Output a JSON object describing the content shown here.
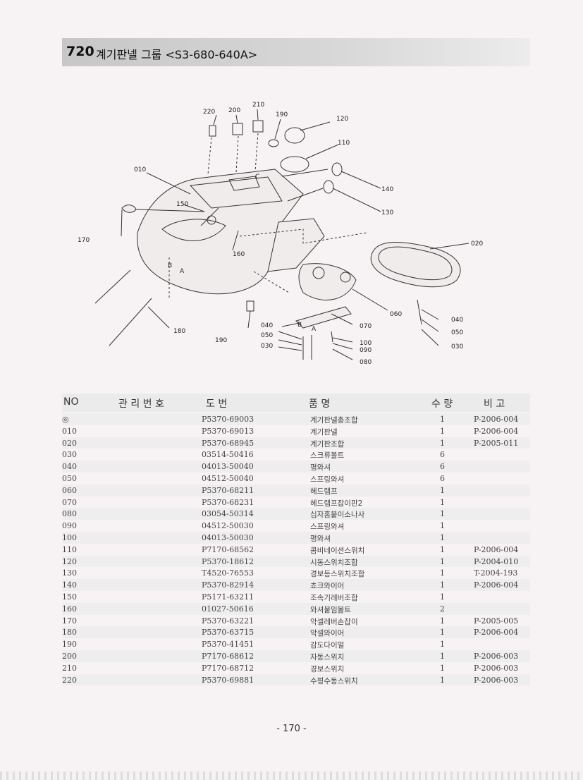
{
  "header": {
    "group_number": "720",
    "title": "계기판넬 그룹 <S3-680-640A>"
  },
  "diagram": {
    "callouts": {
      "c220": "220",
      "c200": "200",
      "c210": "210",
      "c190a": "190",
      "c120": "120",
      "c110": "110",
      "c010": "010",
      "c140": "140",
      "c150": "150",
      "c130": "130",
      "c170": "170",
      "c020": "020",
      "c160": "160",
      "c060": "060",
      "c180": "180",
      "c040a": "040",
      "c050a": "050",
      "c030a": "030",
      "c190b": "190",
      "c070": "070",
      "c100": "100",
      "c090": "090",
      "c080": "080",
      "c040b": "040",
      "c050b": "050",
      "c030b": "030",
      "lA": "A",
      "lB": "B",
      "lC": "C",
      "lA2": "A",
      "lB2": "B"
    }
  },
  "table": {
    "headers": {
      "no": "NO",
      "mgmt": "관 리 번 호",
      "drawing": "도     번",
      "name": "품     명",
      "qty": "수  량",
      "remark": "비     고"
    },
    "rows": [
      {
        "no": "◎",
        "drawing": "P5370-69003",
        "name": "계기판넬총조합",
        "qty": "1",
        "remark": "P-2006-004"
      },
      {
        "no": "010",
        "drawing": "P5370-69013",
        "name": "계기판넬",
        "qty": "1",
        "remark": "P-2006-004"
      },
      {
        "no": "020",
        "drawing": "P5370-68945",
        "name": "계기판조합",
        "qty": "1",
        "remark": "P-2005-011"
      },
      {
        "no": "030",
        "drawing": "03514-50416",
        "name": "스크류볼트",
        "qty": "6",
        "remark": ""
      },
      {
        "no": "040",
        "drawing": "04013-50040",
        "name": "평와셔",
        "qty": "6",
        "remark": ""
      },
      {
        "no": "050",
        "drawing": "04512-50040",
        "name": "스프링와셔",
        "qty": "6",
        "remark": ""
      },
      {
        "no": "060",
        "drawing": "P5370-68211",
        "name": "헤드램프",
        "qty": "1",
        "remark": ""
      },
      {
        "no": "070",
        "drawing": "P5370-68231",
        "name": "헤드램프잡이판2",
        "qty": "1",
        "remark": ""
      },
      {
        "no": "080",
        "drawing": "03054-50314",
        "name": "십자홈붙이소나사",
        "qty": "1",
        "remark": ""
      },
      {
        "no": "090",
        "drawing": "04512-50030",
        "name": "스프링와셔",
        "qty": "1",
        "remark": ""
      },
      {
        "no": "100",
        "drawing": "04013-50030",
        "name": "평와셔",
        "qty": "1",
        "remark": ""
      },
      {
        "no": "110",
        "drawing": "P7170-68562",
        "name": "콤비네이션스위치",
        "qty": "1",
        "remark": "P-2006-004"
      },
      {
        "no": "120",
        "drawing": "P5370-18612",
        "name": "시동스위치조합",
        "qty": "1",
        "remark": "P-2004-010"
      },
      {
        "no": "130",
        "drawing": "T4520-76553",
        "name": "경보등스위치조합",
        "qty": "1",
        "remark": "T-2004-193"
      },
      {
        "no": "140",
        "drawing": "P5370-82914",
        "name": "쵸크와이어",
        "qty": "1",
        "remark": "P-2006-004"
      },
      {
        "no": "150",
        "drawing": "P5171-63211",
        "name": "조속기레버조합",
        "qty": "1",
        "remark": ""
      },
      {
        "no": "160",
        "drawing": "01027-50616",
        "name": "와셔붙임볼트",
        "qty": "2",
        "remark": ""
      },
      {
        "no": "170",
        "drawing": "P5370-63221",
        "name": "악셀레버손잡이",
        "qty": "1",
        "remark": "P-2005-005"
      },
      {
        "no": "180",
        "drawing": "P5370-63715",
        "name": "악셀와이어",
        "qty": "1",
        "remark": "P-2006-004"
      },
      {
        "no": "190",
        "drawing": "P5370-41451",
        "name": "감도다이얼",
        "qty": "1",
        "remark": ""
      },
      {
        "no": "200",
        "drawing": "P7170-68612",
        "name": "자동스위치",
        "qty": "1",
        "remark": "P-2006-003"
      },
      {
        "no": "210",
        "drawing": "P7170-68712",
        "name": "경보스위치",
        "qty": "1",
        "remark": "P-2006-003"
      },
      {
        "no": "220",
        "drawing": "P5370-69881",
        "name": "수평수동스위치",
        "qty": "1",
        "remark": "P-2006-003"
      }
    ]
  },
  "footer": {
    "page": "- 170 -"
  }
}
